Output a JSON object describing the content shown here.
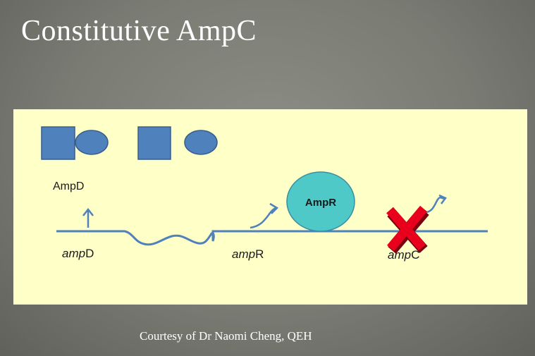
{
  "slide": {
    "title": "Constitutive AmpC",
    "caption": "Courtesy of Dr Naomi Cheng, QEH"
  },
  "diagram": {
    "protein_label": "AmpD",
    "repressor_label": "AmpR",
    "genes": {
      "ampD": {
        "prefix": "amp",
        "suffix": "D"
      },
      "ampR": {
        "prefix": "amp",
        "suffix": "R"
      },
      "ampC": {
        "prefix": "amp",
        "suffix": "C"
      }
    },
    "colors": {
      "panel_background": "#ffffc8",
      "shape_fill": "#4f81bd",
      "shape_stroke": "#385d8a",
      "dna_line": "#4f81bd",
      "repressor_fill": "#4fc8c8",
      "cross": "#e8001c"
    }
  }
}
